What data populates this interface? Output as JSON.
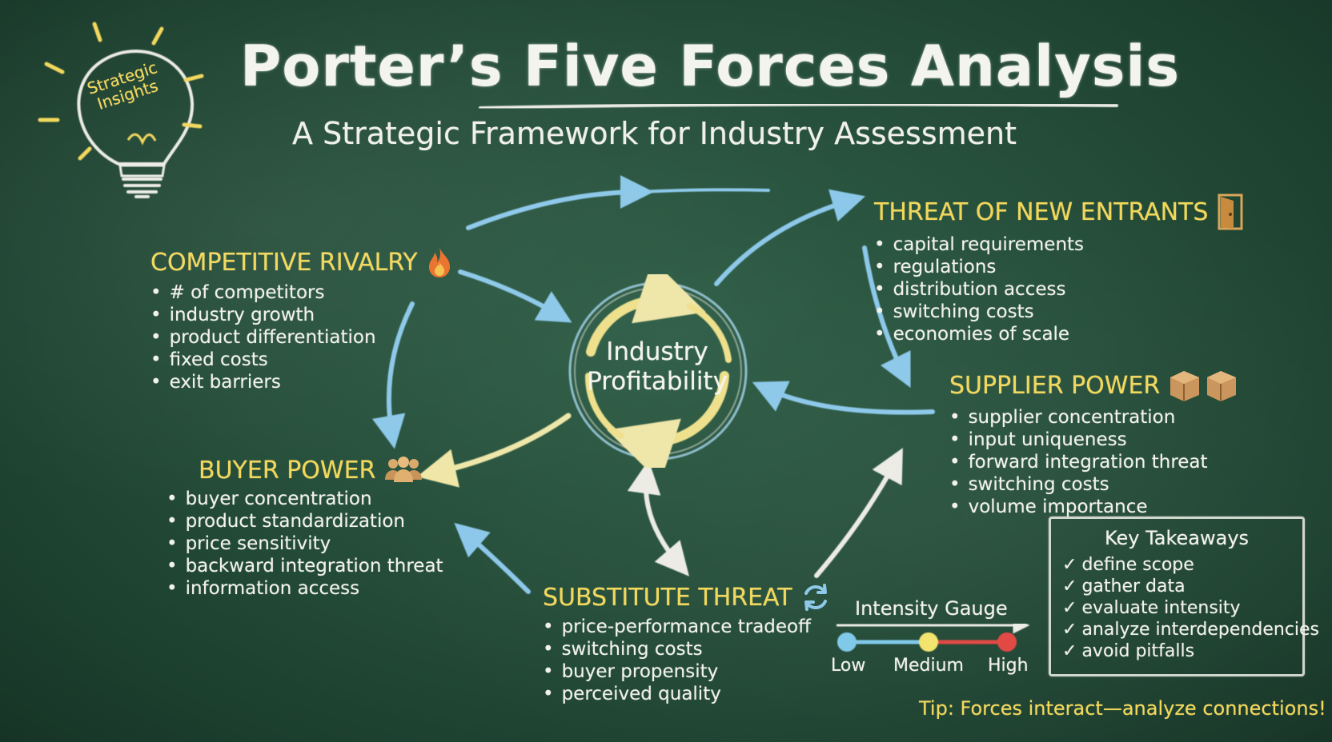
{
  "header": {
    "title": "Porter’s Five Forces Analysis",
    "subtitle": "A Strategic Framework for Industry Assessment"
  },
  "badge": {
    "line1": "Strategic",
    "line2": "Insights",
    "icon": "lightbulb-icon"
  },
  "center": {
    "line1": "Industry",
    "line2": "Profitability",
    "icon": "cycle-arrows-icon"
  },
  "forces": {
    "rivalry": {
      "title": "COMPETITIVE RIVALRY",
      "icon": "fire-icon",
      "items": [
        "# of competitors",
        "industry growth",
        "product differentiation",
        "fixed costs",
        "exit barriers"
      ]
    },
    "new_entrants": {
      "title": "THREAT OF NEW ENTRANTS",
      "icon": "door-icon",
      "items": [
        "capital requirements",
        "regulations",
        "distribution access",
        "switching costs",
        "economies of scale"
      ]
    },
    "supplier": {
      "title": "SUPPLIER POWER",
      "icon": "boxes-icon",
      "items": [
        "supplier concentration",
        "input uniqueness",
        "forward integration threat",
        "switching costs",
        "volume importance"
      ]
    },
    "buyer": {
      "title": "BUYER POWER",
      "icon": "people-icon",
      "items": [
        "buyer concentration",
        "product standardization",
        "price sensitivity",
        "backward integration threat",
        "information access"
      ]
    },
    "substitute": {
      "title": "SUBSTITUTE THREAT",
      "icon": "refresh-icon",
      "items": [
        "price-performance tradeoff",
        "switching costs",
        "buyer propensity",
        "perceived quality"
      ]
    }
  },
  "gauge": {
    "title": "Intensity Gauge",
    "low": "Low",
    "medium": "Medium",
    "high": "High",
    "colors": {
      "low": "#7ec8e8",
      "medium": "#f2e36a",
      "high": "#e2453f"
    }
  },
  "takeaways": {
    "title": "Key Takeaways",
    "items": [
      "define scope",
      "gather data",
      "evaluate intensity",
      "analyze interdependencies",
      "avoid pitfalls"
    ]
  },
  "tip": "Tip: Forces interact—analyze connections!",
  "colors": {
    "board": "#264f3b",
    "accent_yellow": "#f2d75a",
    "arrow_blue": "#8cc8ea",
    "chalk_white": "#f2f2ea"
  }
}
